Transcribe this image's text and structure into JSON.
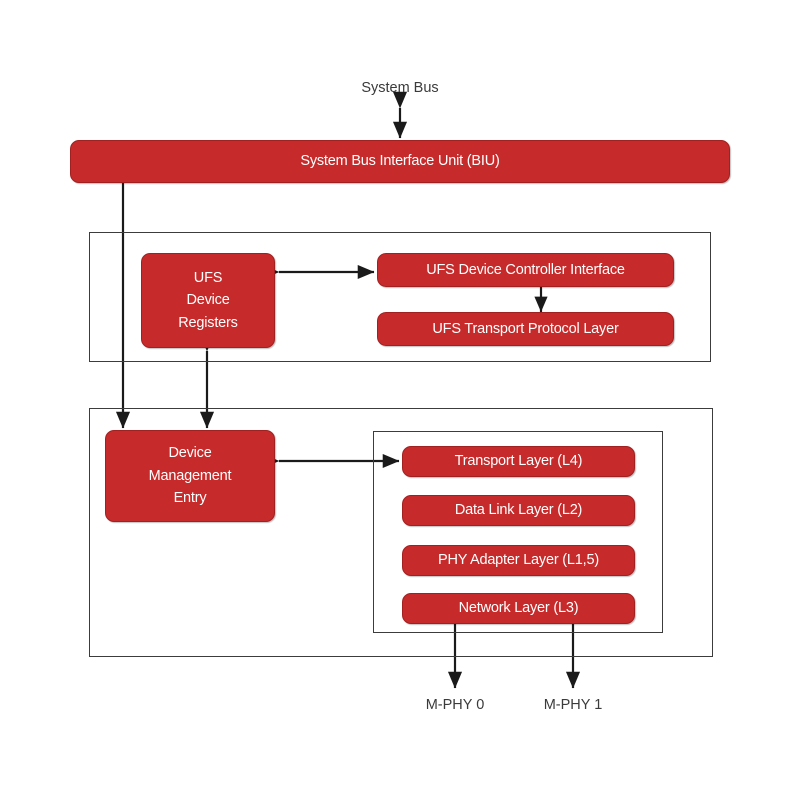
{
  "diagram": {
    "title_label": "System Bus",
    "external_labels": [
      {
        "id": "system-bus",
        "text": "System Bus"
      },
      {
        "id": "m-phy-0",
        "text": "M-PHY 0"
      },
      {
        "id": "m-phy-1",
        "text": "M-PHY 1"
      }
    ],
    "biu": {
      "label": "System Bus Interface Unit (BIU)"
    },
    "upper_group": {
      "registers": {
        "line1": "UFS",
        "line2": "Device",
        "line3": "Registers"
      },
      "controller_interface": {
        "label": "UFS Device Controller Interface"
      },
      "transport_protocol": {
        "label": "UFS Transport Protocol Layer"
      }
    },
    "lower_group": {
      "dme": {
        "line1": "Device",
        "line2": "Management",
        "line3": "Entry"
      },
      "stack": [
        {
          "label": "Transport Layer (L4)"
        },
        {
          "label": "Data Link Layer (L2)"
        },
        {
          "label": "PHY Adapter Layer (L1,5)"
        },
        {
          "label": "Network Layer (L3)"
        }
      ]
    },
    "colors": {
      "block_fill": "#c62a2a",
      "block_border": "#a32020",
      "block_text": "#ffffff",
      "line": "#1a1a1a",
      "group_border": "#3c3c3c",
      "label_text": "#3b3b3b",
      "background": "#ffffff"
    }
  }
}
